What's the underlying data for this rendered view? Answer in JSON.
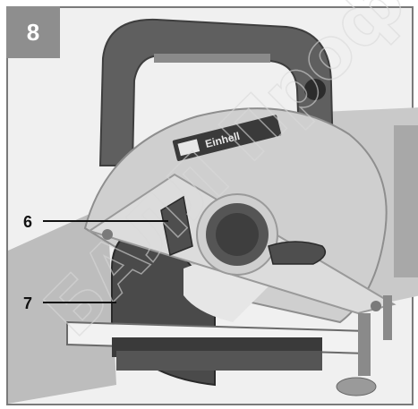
{
  "figure": {
    "number": "8",
    "callouts": [
      {
        "label": "6"
      },
      {
        "label": "7"
      }
    ],
    "brand_logo_text": "Einhell",
    "watermark_text": "БАЛЛ Профессионал",
    "colors": {
      "badge": "#8e8e8e",
      "frame": "#7a7a7a",
      "tool_body": "#b9b9b9",
      "handle": "#5f5f5f",
      "blade": "#4a4a4a",
      "logo_plate": "#3a3a3a"
    }
  }
}
